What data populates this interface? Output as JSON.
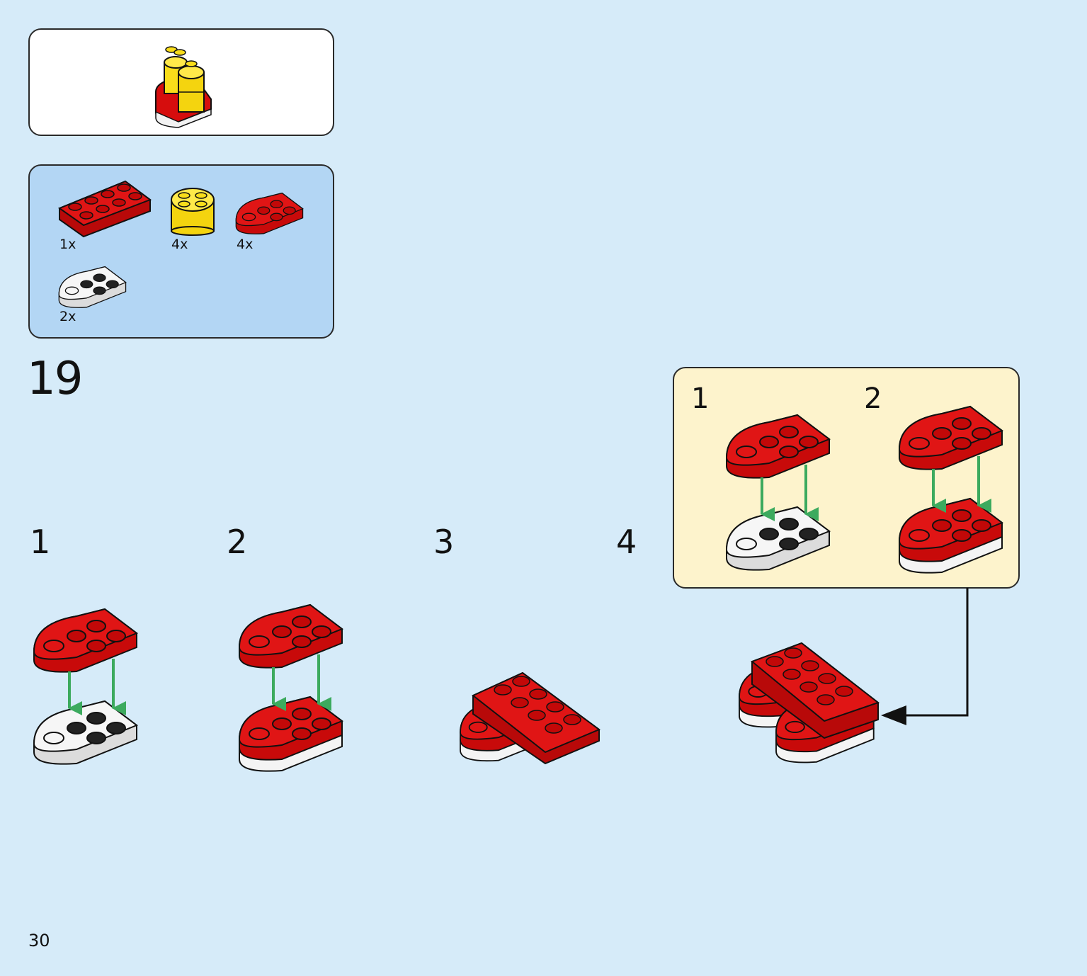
{
  "colors": {
    "background": "#d6ebf9",
    "parts_panel": "#b3d6f4",
    "sub_assembly_panel": "#fdf3cc",
    "brick_red": "#d60d0d",
    "brick_yellow": "#f9dd1a",
    "brick_white": "#f2f2f2",
    "arrow_green": "#3caa5e"
  },
  "parts_list": [
    {
      "name": "red-plate-2x4",
      "quantity": "1x"
    },
    {
      "name": "yellow-round-brick-2x2",
      "quantity": "4x"
    },
    {
      "name": "red-rounded-plate-2x3",
      "quantity": "4x"
    },
    {
      "name": "white-rounded-plate-2x3",
      "quantity": "2x"
    }
  ],
  "step": {
    "number": "19",
    "sub_steps": [
      "1",
      "2",
      "3",
      "4"
    ],
    "callout_steps": [
      "1",
      "2"
    ]
  },
  "page": {
    "number": "30"
  }
}
